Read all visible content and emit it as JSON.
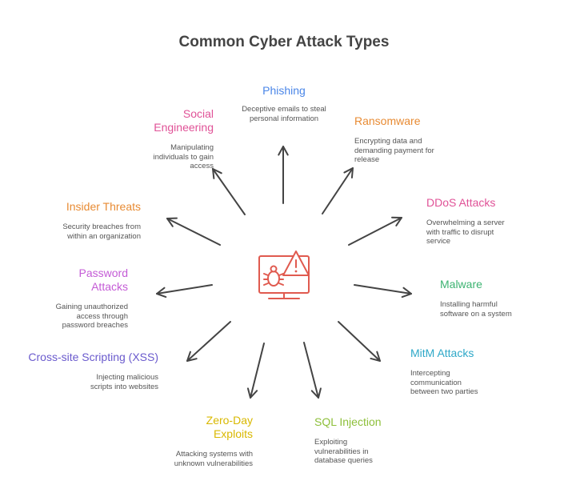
{
  "title": "Common Cyber Attack Types",
  "center_icon": "computer-bug-alert-icon",
  "center_color": "#e05a4f",
  "arrow_color": "#444444",
  "nodes": [
    {
      "key": "phishing",
      "title": "Phishing",
      "desc": "Deceptive emails to steal personal information",
      "color": "#4a86e8"
    },
    {
      "key": "ransomware",
      "title": "Ransomware",
      "desc": "Encrypting data and demanding payment for release",
      "color": "#e88b33"
    },
    {
      "key": "ddos",
      "title": "DDoS Attacks",
      "desc": "Overwhelming a server with traffic to disrupt service",
      "color": "#e05297"
    },
    {
      "key": "malware",
      "title": "Malware",
      "desc": "Installing harmful software on a system",
      "color": "#3cb371"
    },
    {
      "key": "mitm",
      "title": "MitM Attacks",
      "desc": "Intercepting communication between two parties",
      "color": "#2ea8c8"
    },
    {
      "key": "sql",
      "title": "SQL Injection",
      "desc": "Exploiting vulnerabilities in database queries",
      "color": "#8dbf3a"
    },
    {
      "key": "zeroday",
      "title": "Zero-Day Exploits",
      "desc": "Attacking systems with unknown vulnerabilities",
      "color": "#d9b800"
    },
    {
      "key": "xss",
      "title": "Cross-site Scripting (XSS)",
      "desc": "Injecting malicious scripts into websites",
      "color": "#6a5acd"
    },
    {
      "key": "password",
      "title": "Password Attacks",
      "desc": "Gaining unauthorized access through password breaches",
      "color": "#c45bd6"
    },
    {
      "key": "insider",
      "title": "Insider Threats",
      "desc": "Security breaches from within an organization",
      "color": "#e88b33"
    },
    {
      "key": "social",
      "title": "Social Engineering",
      "desc": "Manipulating individuals to gain access",
      "color": "#e05297"
    }
  ]
}
